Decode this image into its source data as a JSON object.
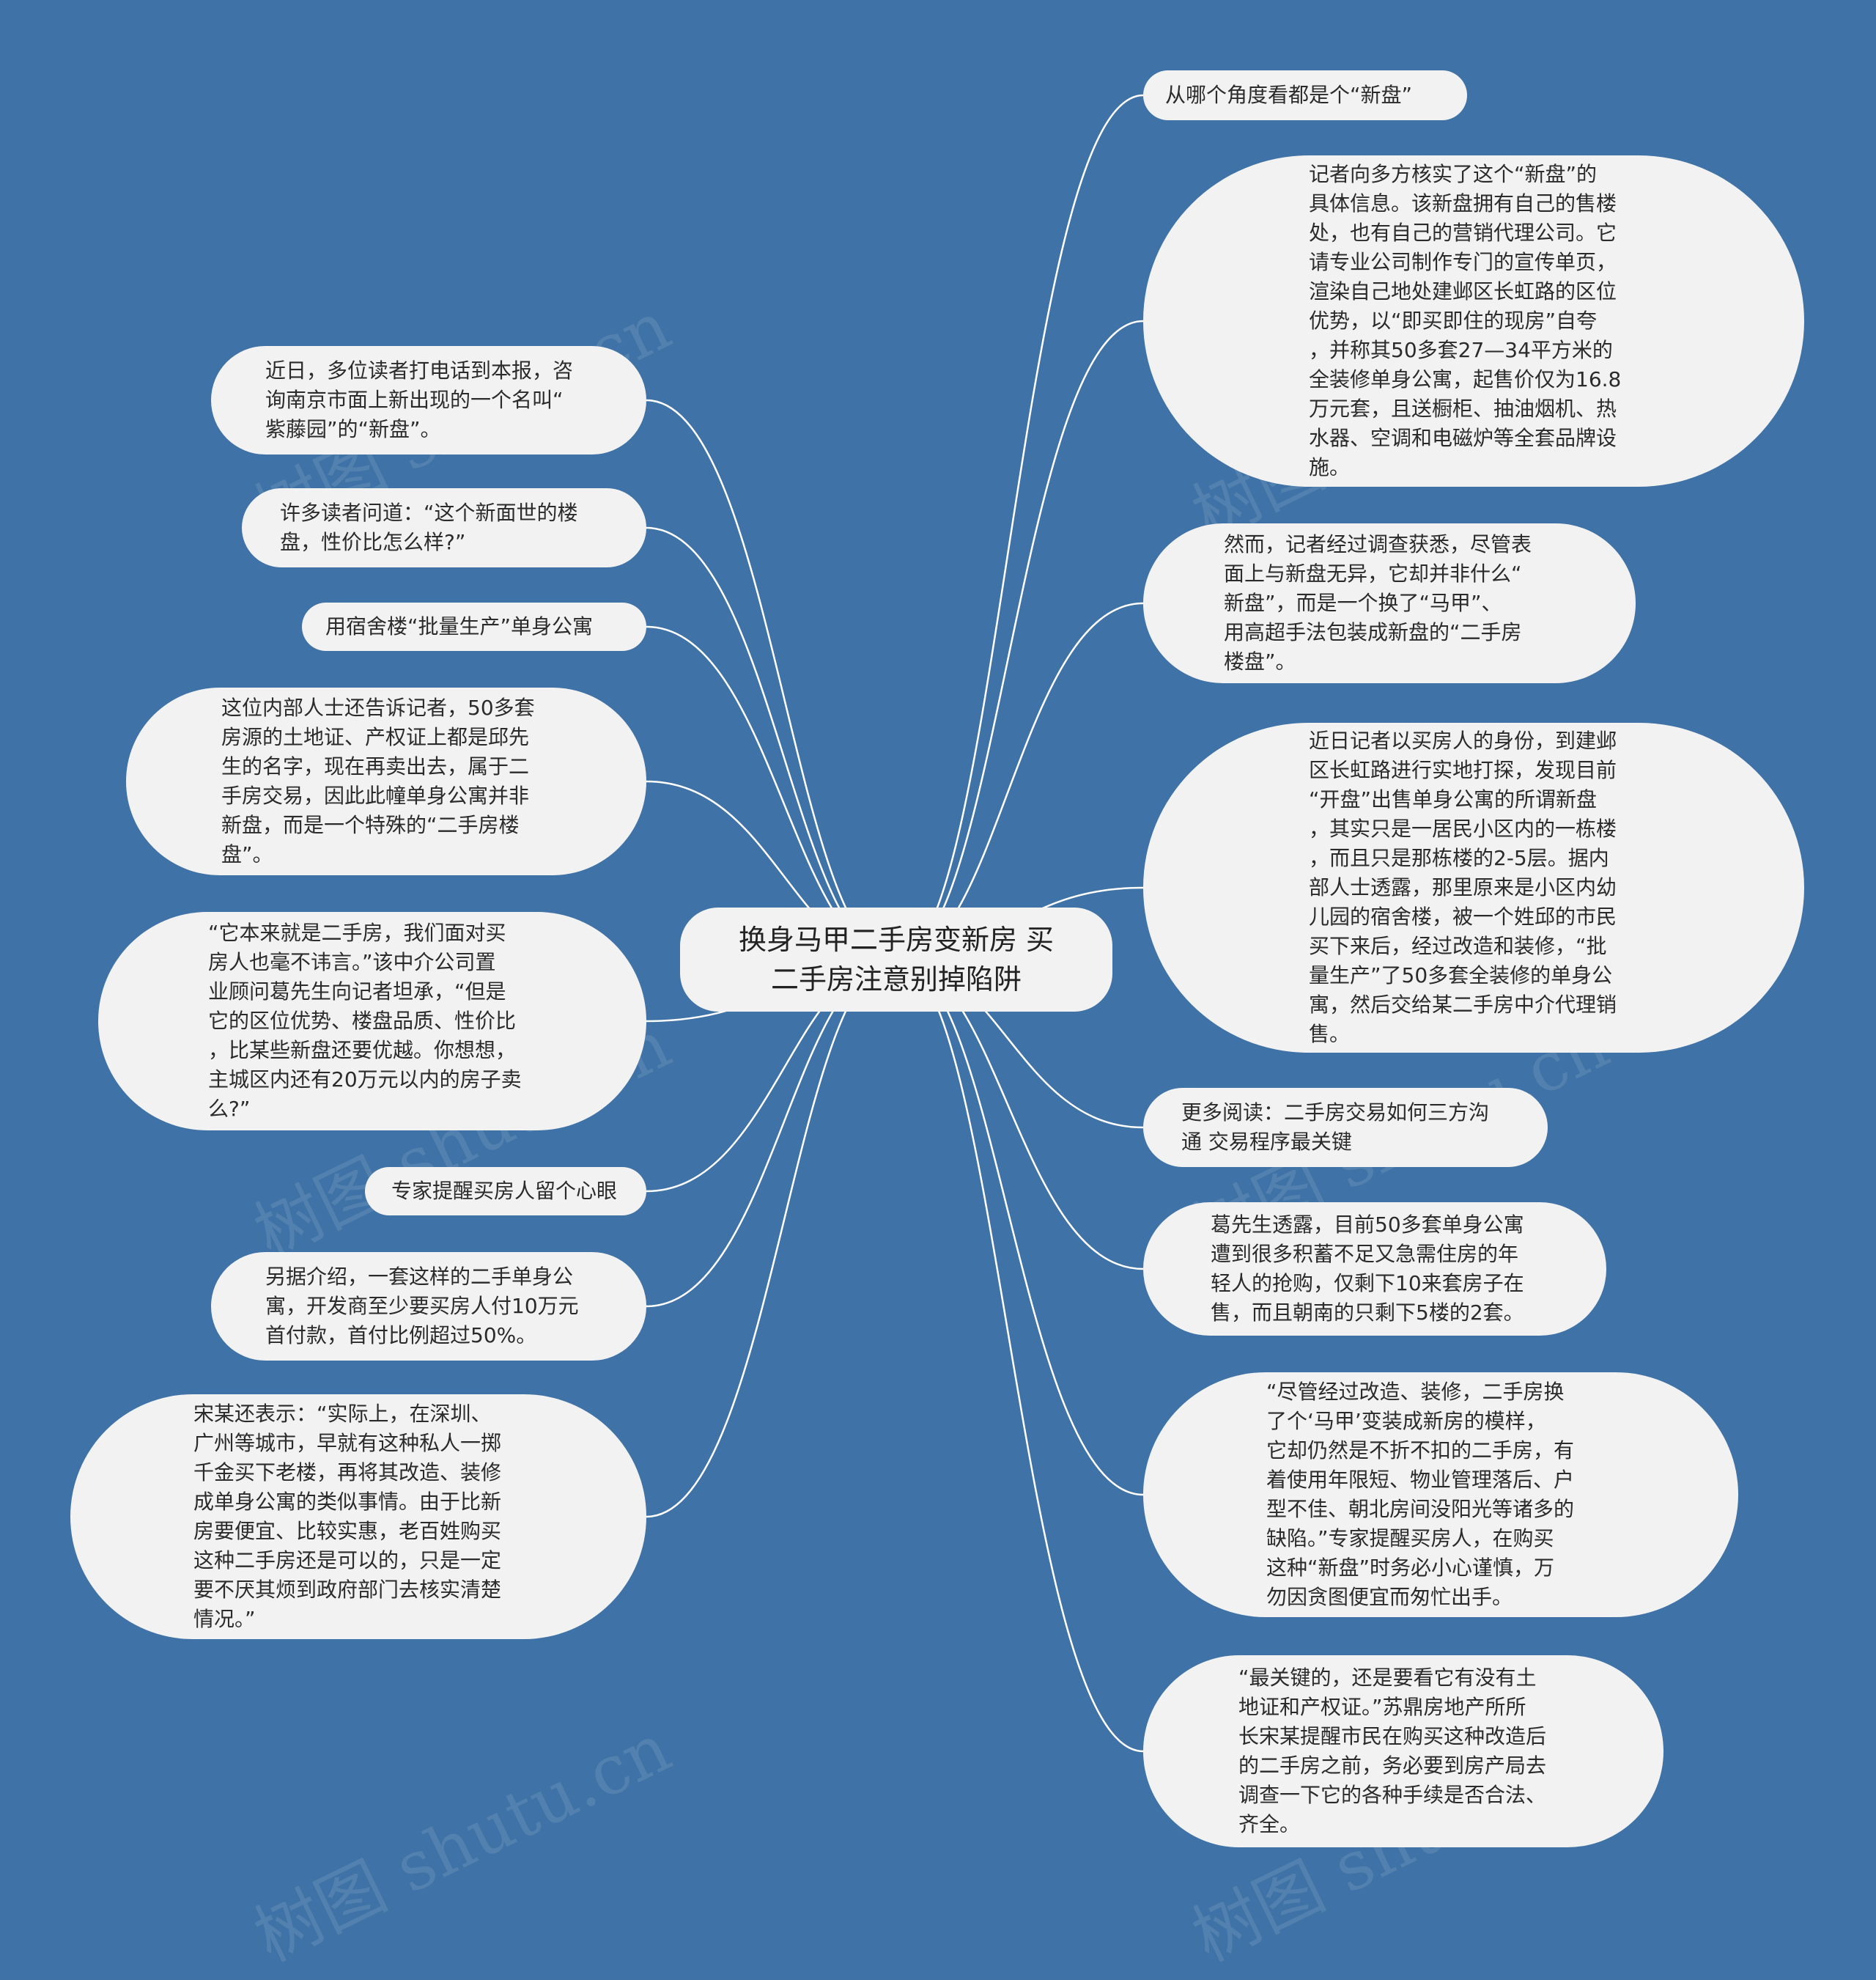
{
  "colors": {
    "background": "#3f72a6",
    "node_fill": "#f2f2f2",
    "link": "#ffffff",
    "text": "#2b2b2b"
  },
  "watermark": "树图 shutu.cn",
  "center": {
    "title": "换身马甲二手房变新房 买\n二手房注意别掉陷阱"
  },
  "right_nodes": [
    {
      "text": "从哪个角度看都是个“新盘”"
    },
    {
      "text": "记者向多方核实了这个“新盘”的\n具体信息。该新盘拥有自己的售楼\n处，也有自己的营销代理公司。它\n请专业公司制作专门的宣传单页，\n渲染自己地处建邺区长虹路的区位\n优势，以“即买即住的现房”自夸\n，并称其50多套27—34平方米的\n全装修单身公寓，起售价仅为16.8\n万元套，且送橱柜、抽油烟机、热\n水器、空调和电磁炉等全套品牌设\n施。"
    },
    {
      "text": "然而，记者经过调查获悉，尽管表\n面上与新盘无异，它却并非什么“\n新盘”，而是一个换了“马甲”、\n用高超手法包装成新盘的“二手房\n楼盘”。"
    },
    {
      "text": "近日记者以买房人的身份，到建邺\n区长虹路进行实地打探，发现目前\n“开盘”出售单身公寓的所谓新盘\n，其实只是一居民小区内的一栋楼\n，而且只是那栋楼的2-5层。据内\n部人士透露，那里原来是小区内幼\n儿园的宿舍楼，被一个姓邱的市民\n买下来后，经过改造和装修，“批\n量生产”了50多套全装修的单身公\n寓，然后交给某二手房中介代理销\n售。"
    },
    {
      "text": "更多阅读：二手房交易如何三方沟\n通 交易程序最关键"
    },
    {
      "text": "葛先生透露，目前50多套单身公寓\n遭到很多积蓄不足又急需住房的年\n轻人的抢购，仅剩下10来套房子在\n售，而且朝南的只剩下5楼的2套。"
    },
    {
      "text": "“尽管经过改造、装修，二手房换\n了个‘马甲’变装成新房的模样，\n它却仍然是不折不扣的二手房，有\n着使用年限短、物业管理落后、户\n型不佳、朝北房间没阳光等诸多的\n缺陷。”专家提醒买房人，在购买\n这种“新盘”时务必小心谨慎，万\n勿因贪图便宜而匆忙出手。"
    },
    {
      "text": "“最关键的，还是要看它有没有土\n地证和产权证。”苏鼎房地产所所\n长宋某提醒市民在购买这种改造后\n的二手房之前，务必要到房产局去\n调查一下它的各种手续是否合法、\n齐全。"
    }
  ],
  "left_nodes": [
    {
      "text": "近日，多位读者打电话到本报，咨\n询南京市面上新出现的一个名叫“\n紫藤园”的“新盘”。"
    },
    {
      "text": "许多读者问道：“这个新面世的楼\n盘，性价比怎么样?”"
    },
    {
      "text": "用宿舍楼“批量生产”单身公寓"
    },
    {
      "text": "这位内部人士还告诉记者，50多套\n房源的土地证、产权证上都是邱先\n生的名字，现在再卖出去，属于二\n手房交易，因此此幢单身公寓并非\n新盘，而是一个特殊的“二手房楼\n盘”。"
    },
    {
      "text": "“它本来就是二手房，我们面对买\n房人也毫不讳言。”该中介公司置\n业顾问葛先生向记者坦承，“但是\n它的区位优势、楼盘品质、性价比\n，比某些新盘还要优越。你想想，\n主城区内还有20万元以内的房子卖\n么?”"
    },
    {
      "text": "专家提醒买房人留个心眼"
    },
    {
      "text": "另据介绍，一套这样的二手单身公\n寓，开发商至少要买房人付10万元\n首付款，首付比例超过50%。"
    },
    {
      "text": "宋某还表示：“实际上，在深圳、\n广州等城市，早就有这种私人一掷\n千金买下老楼，再将其改造、装修\n成单身公寓的类似事情。由于比新\n房要便宜、比较实惠，老百姓购买\n这种二手房还是可以的，只是一定\n要不厌其烦到政府部门去核实清楚\n情况。”"
    }
  ]
}
